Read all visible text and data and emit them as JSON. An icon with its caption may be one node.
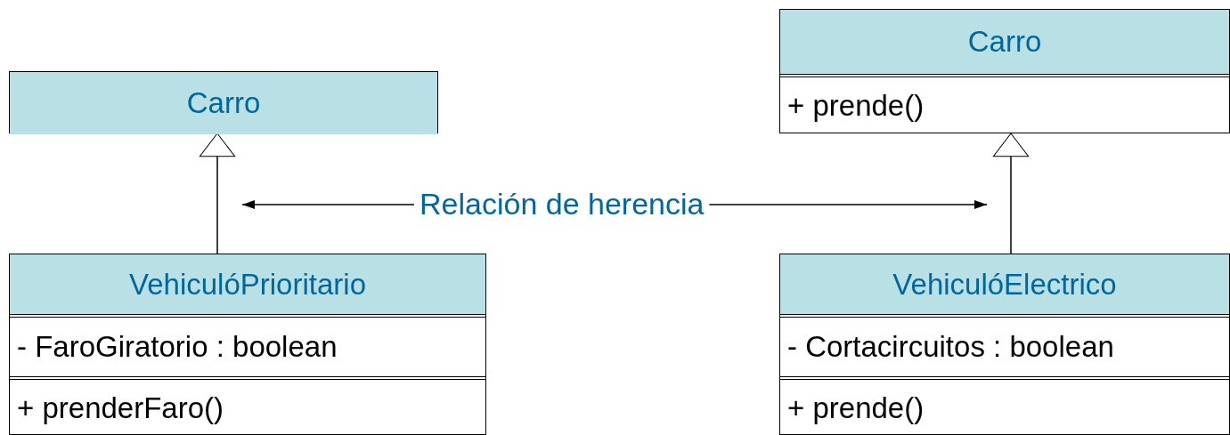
{
  "diagram": {
    "nodes": [
      {
        "text": [
          "Carro"
        ]
      },
      {
        "text": [
          "VehiculóPrioritario",
          "- FaroGiratorio : boolean",
          "+ prenderFaro()"
        ]
      },
      {
        "text": [
          "Carro",
          "+ prende()"
        ]
      },
      {
        "text": [
          "VehiculóElectrico",
          "- Cortacircuitos : boolean",
          "+ prende()"
        ]
      },
      {
        "text": [
          "Relación de herencia"
        ]
      }
    ],
    "edges": [
      {
        "from": 1,
        "to": 0,
        "arrow": "to"
      },
      {
        "from": 3,
        "to": 2,
        "arrow": "to"
      },
      {
        "from": 4,
        "to": null,
        "arrow": "to"
      },
      {
        "from": 4,
        "to": null,
        "arrow": "to"
      }
    ]
  }
}
